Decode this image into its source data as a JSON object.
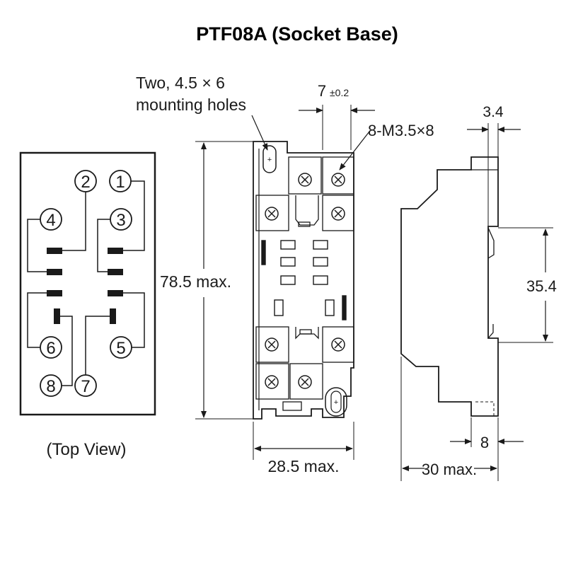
{
  "title": "PTF08A (Socket Base)",
  "top_view": {
    "caption": "(Top View)",
    "terminals": [
      "1",
      "2",
      "3",
      "4",
      "5",
      "6",
      "7",
      "8"
    ]
  },
  "front_view": {
    "mounting_note_line1": "Two, 4.5 × 6",
    "mounting_note_line2": "mounting holes",
    "pitch_value": "7",
    "pitch_tolerance": "±0.2",
    "screw_note": "8-M3.5×8",
    "height": "78.5 max.",
    "width": "28.5 max."
  },
  "side_view": {
    "thickness": "3.4",
    "rail_span": "35.4",
    "foot_width": "8",
    "depth": "30 max."
  }
}
